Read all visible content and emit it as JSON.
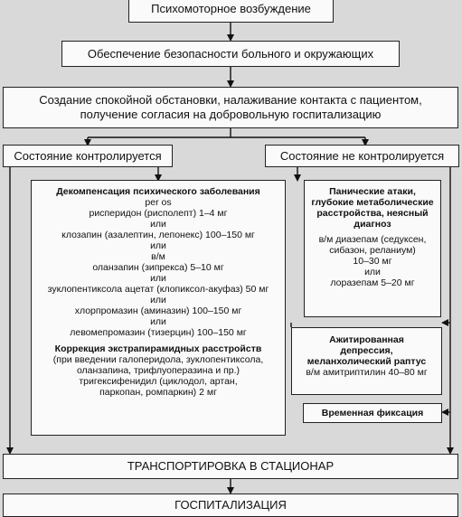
{
  "boxes": {
    "top": "Психомоторное возбуждение",
    "safety": "Обеспечение безопасности больного и окружающих",
    "calm_line1": "Создание спокойной обстановки, налаживание контакта с пациентом,",
    "calm_line2": "получение согласия на добровольную госпитализацию",
    "controlled": "Состояние контролируется",
    "not_controlled": "Состояние не контролируется",
    "transport": "ТРАНСПОРТИРОВКА В СТАЦИОНАР",
    "hospital": "ГОСПИТАЛИЗАЦИЯ"
  },
  "left_panel": {
    "heading": "Декомпенсация психического заболевания",
    "lines": [
      "per os",
      "рисперидон (рисполепт) 1–4 мг",
      "или",
      "клозапин (азалептин, лепонекс) 100–150 мг",
      "или",
      "в/м",
      "оланзапин (зипрекса) 5–10 мг",
      "или",
      "зуклопентиксола ацетат (клопиксол-акуфаз) 50 мг",
      "или",
      "хлорпромазин (аминазин) 100–150 мг",
      "или",
      "левомепромазин (тизерцин) 100–150 мг"
    ],
    "heading2": "Коррекция экстрапирамидных расстройств",
    "lines2": [
      "(при введении галоперидола, зуклопентиксола,",
      "оланзапина, трифлуоперазина и пр.)",
      "тригексифенидил (циклодол, артан,",
      "паркопан, ромпаркин) 2 мг"
    ]
  },
  "right_panic": {
    "heading": [
      "Панические атаки,",
      "глубокие метаболические",
      "расстройства, неясный",
      "диагноз"
    ],
    "lines": [
      "в/м диазепам (седуксен,",
      "сибазон, реланиум)",
      "10–30 мг",
      "или",
      "лоразепам 5–20 мг"
    ]
  },
  "right_depression": {
    "heading": [
      "Ажитированная",
      "депрессия,",
      "меланхолический раптус"
    ],
    "line": "в/м амитриптилин 40–80 мг"
  },
  "right_fixation": "Временная фиксация"
}
